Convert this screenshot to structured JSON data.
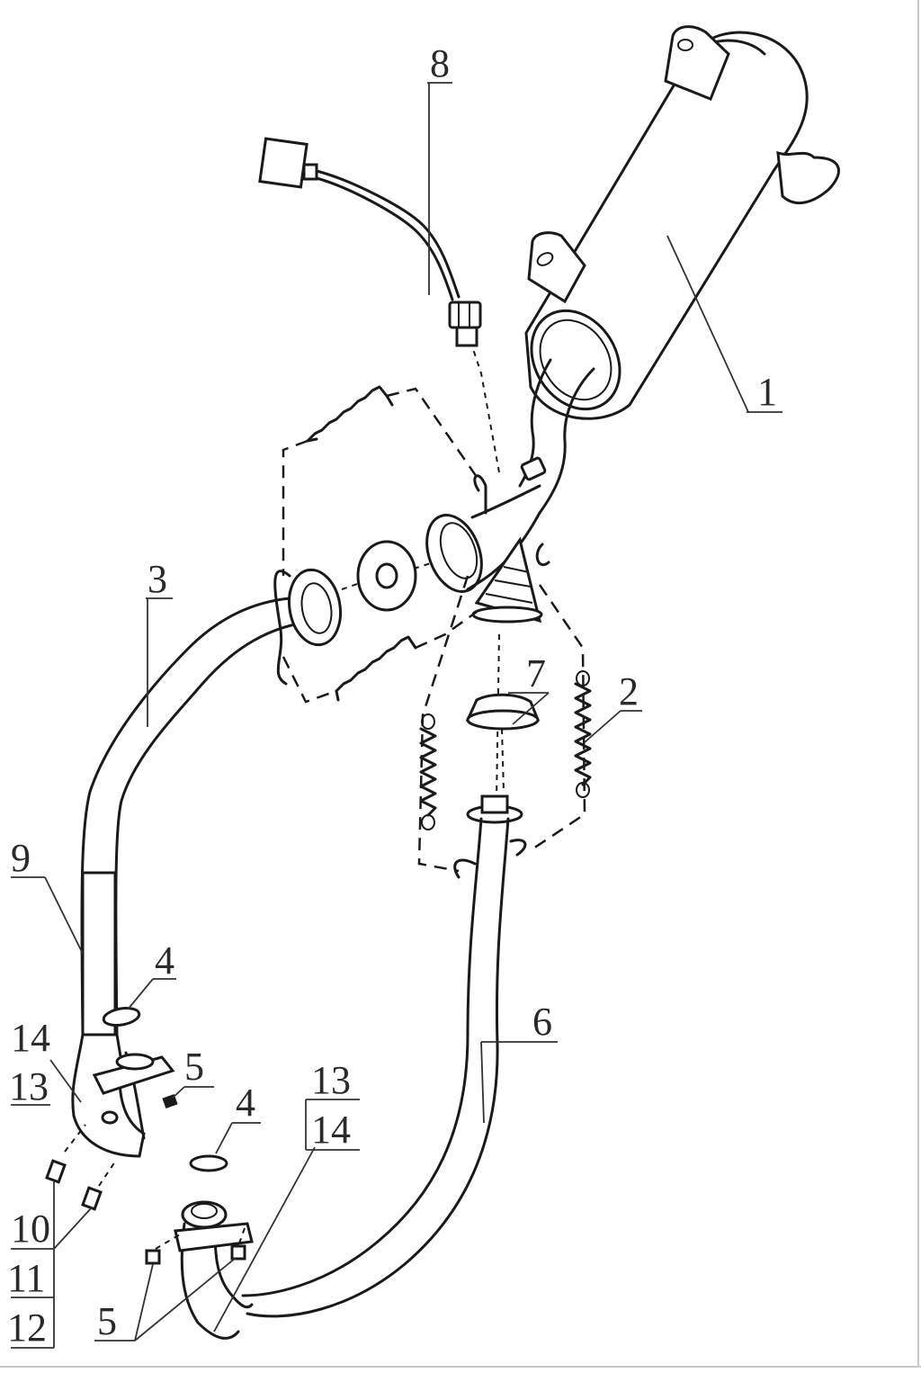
{
  "callouts": {
    "c1": "1",
    "c2": "2",
    "c3": "3",
    "c4a": "4",
    "c4b": "4",
    "c5a": "5",
    "c5b": "5",
    "c6": "6",
    "c7": "7",
    "c8": "8",
    "c9": "9",
    "c10": "10",
    "c11": "11",
    "c12": "12",
    "c13a": "13",
    "c14a": "14",
    "c13b": "13",
    "c14b": "14"
  }
}
